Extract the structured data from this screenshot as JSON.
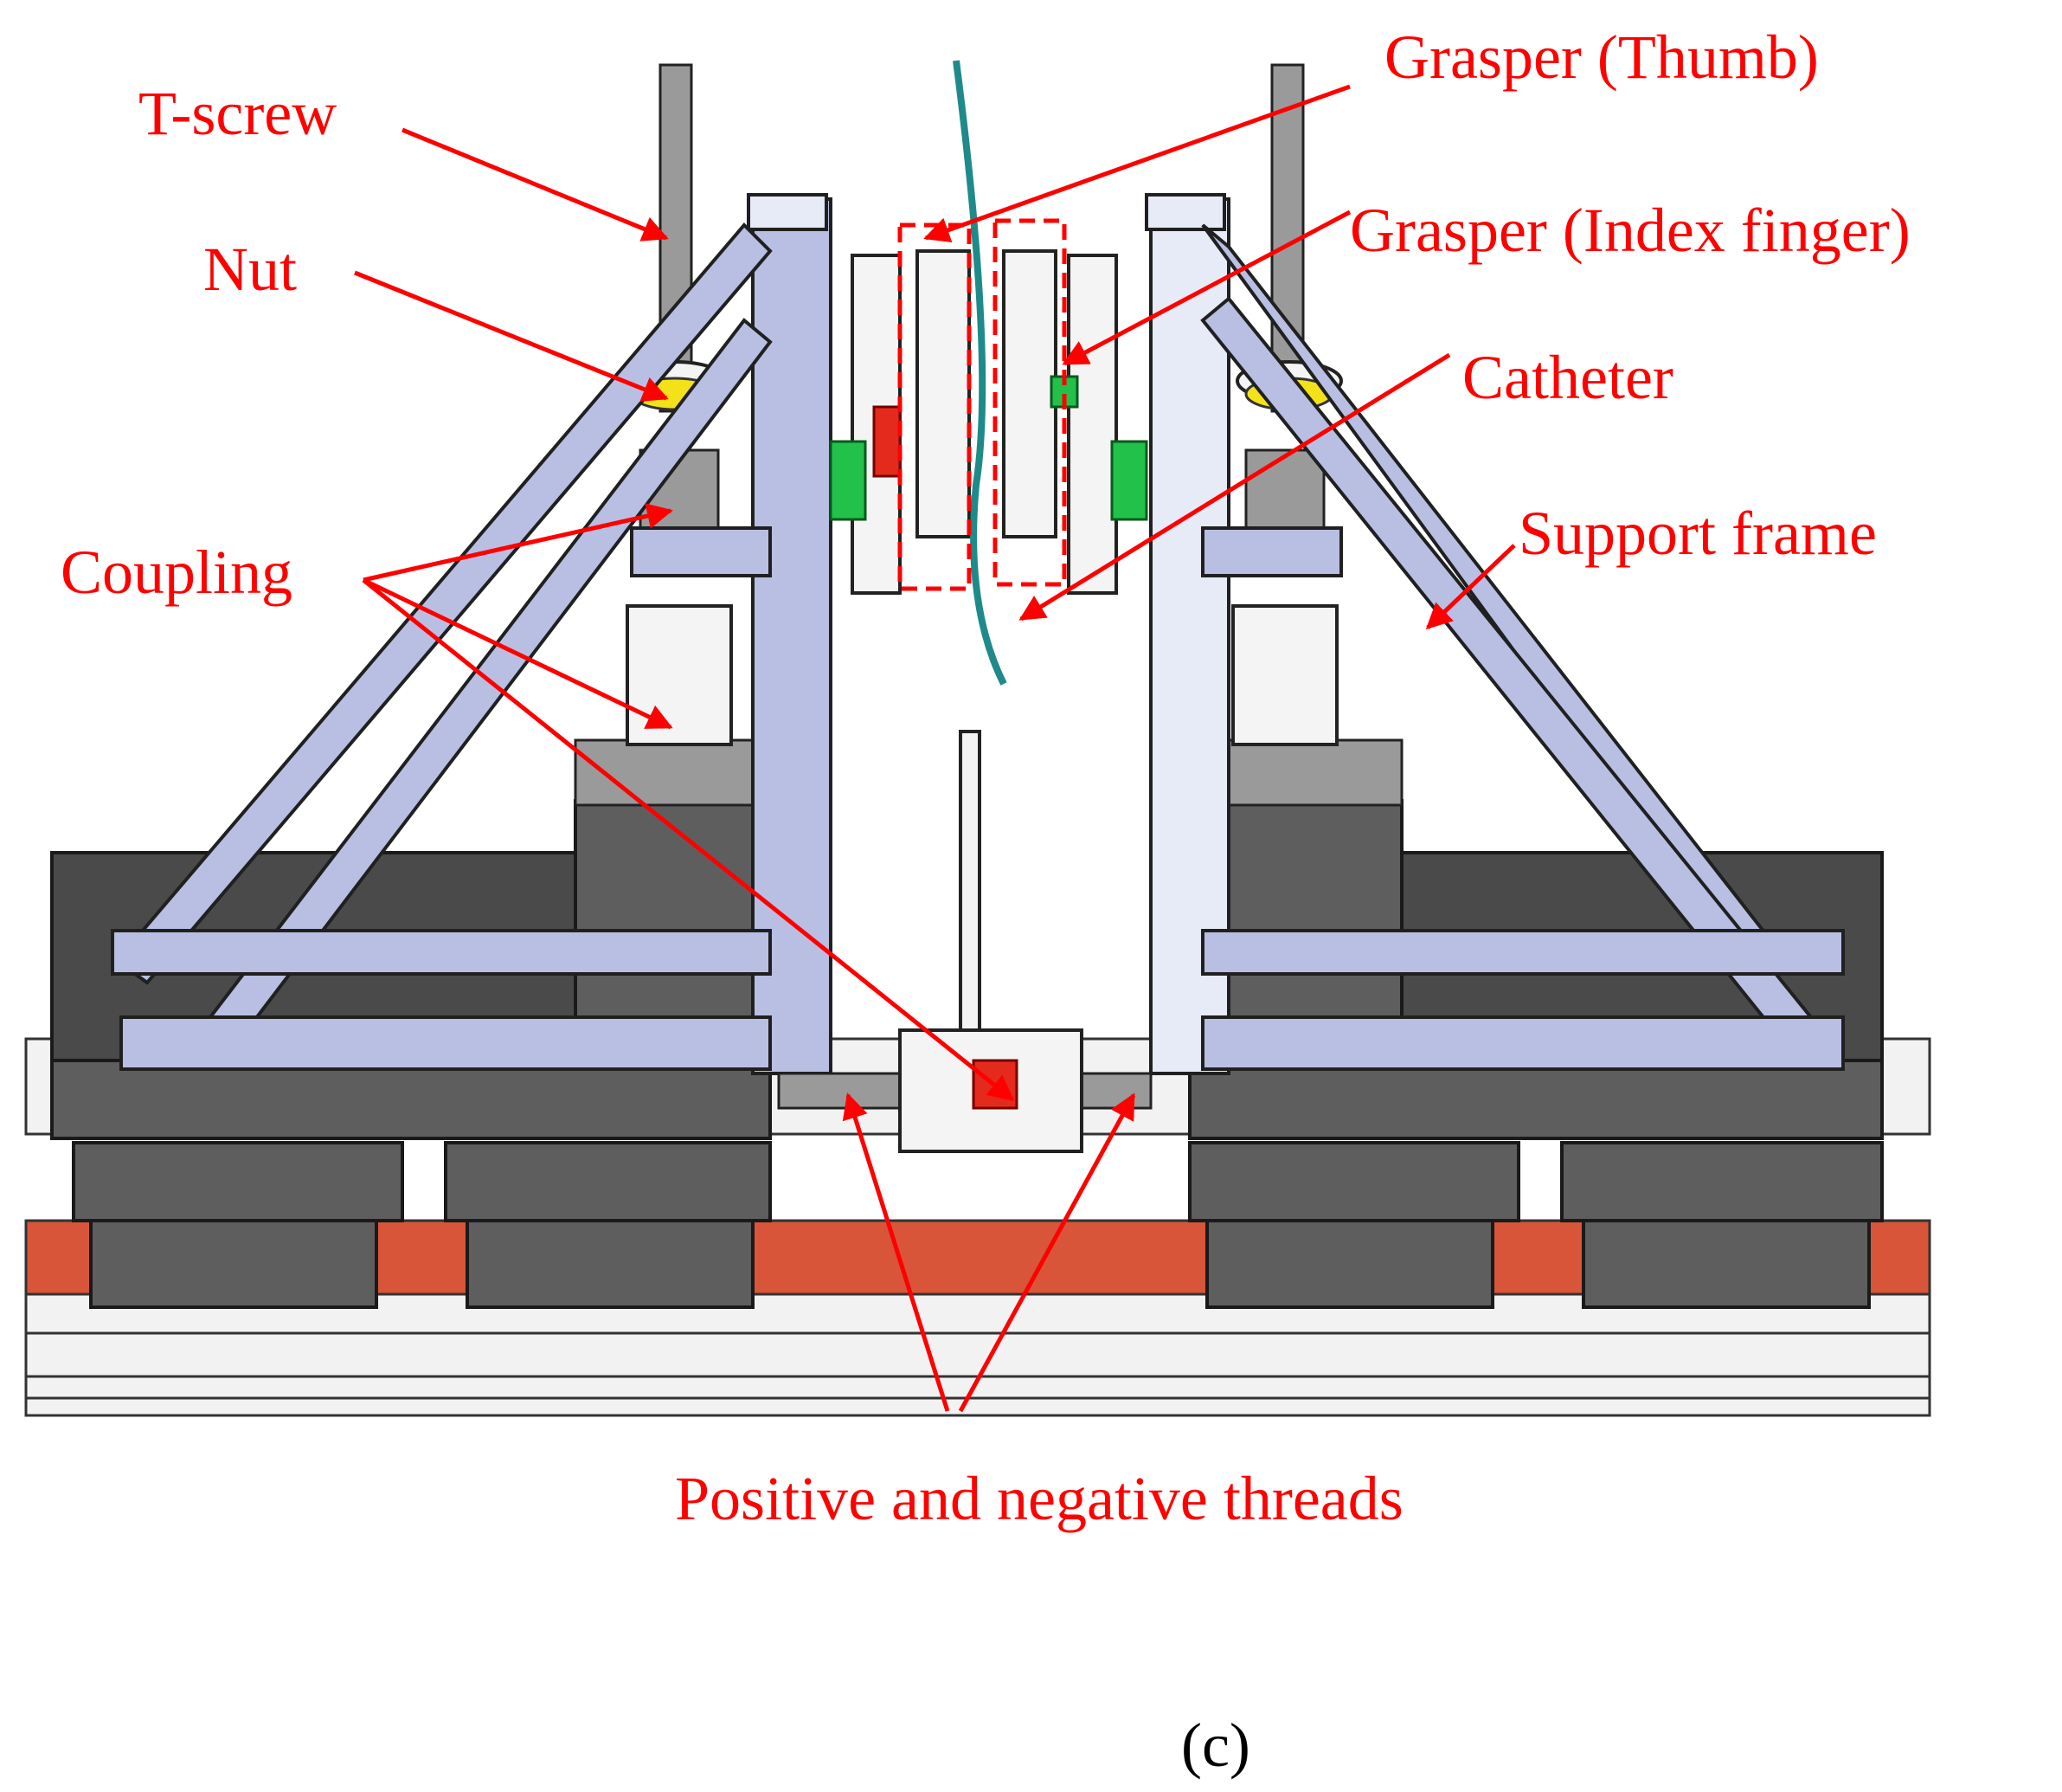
{
  "figure": {
    "labels": {
      "t_screw": "T-screw",
      "nut": "Nut",
      "coupling": "Coupling",
      "grasper_thumb": "Grasper (Thumb)",
      "grasper_index": "Grasper (Index finger)",
      "catheter": "Catheter",
      "support_frame": "Support frame",
      "threads": "Positive and negative threads"
    },
    "caption": "(c)",
    "colors": {
      "annotation": "#ff0000",
      "frame": "#b9bfe3",
      "base": "#4a4a4a",
      "rail_accent": "#d8553a",
      "sensor_green": "#22c24a",
      "nut_yellow": "#f3e21a"
    }
  }
}
